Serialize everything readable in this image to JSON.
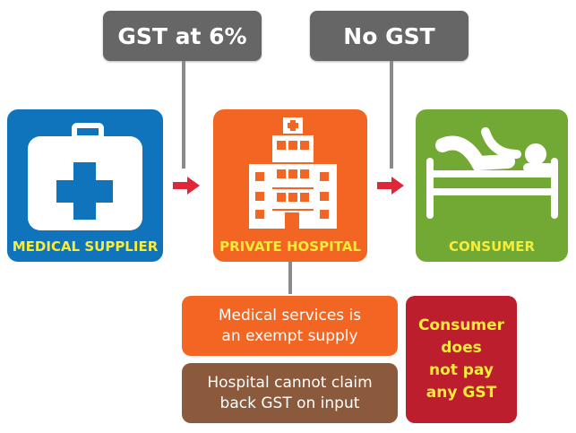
{
  "tags": {
    "gst_6": "GST at 6%",
    "no_gst": "No GST"
  },
  "entities": [
    {
      "label": "MEDICAL SUPPLIER",
      "icon": "medical-kit-icon",
      "color": "#0f74bb"
    },
    {
      "label": "PRIVATE HOSPITAL",
      "icon": "hospital-building-icon",
      "color": "#f26522"
    },
    {
      "label": "CONSUMER",
      "icon": "patient-bed-icon",
      "color": "#72a834"
    }
  ],
  "notes": {
    "exempt": [
      "Medical services is",
      "an exempt supply"
    ],
    "no_claim": [
      "Hospital cannot claim",
      "back GST on input"
    ],
    "consumer": [
      "Consumer",
      "does",
      "not pay",
      "any GST"
    ]
  },
  "colors": {
    "tag": "#666666",
    "arrow": "#e0273a",
    "label": "#f7ec3a",
    "brown": "#8b5a3c",
    "red": "#bd1e2d"
  }
}
